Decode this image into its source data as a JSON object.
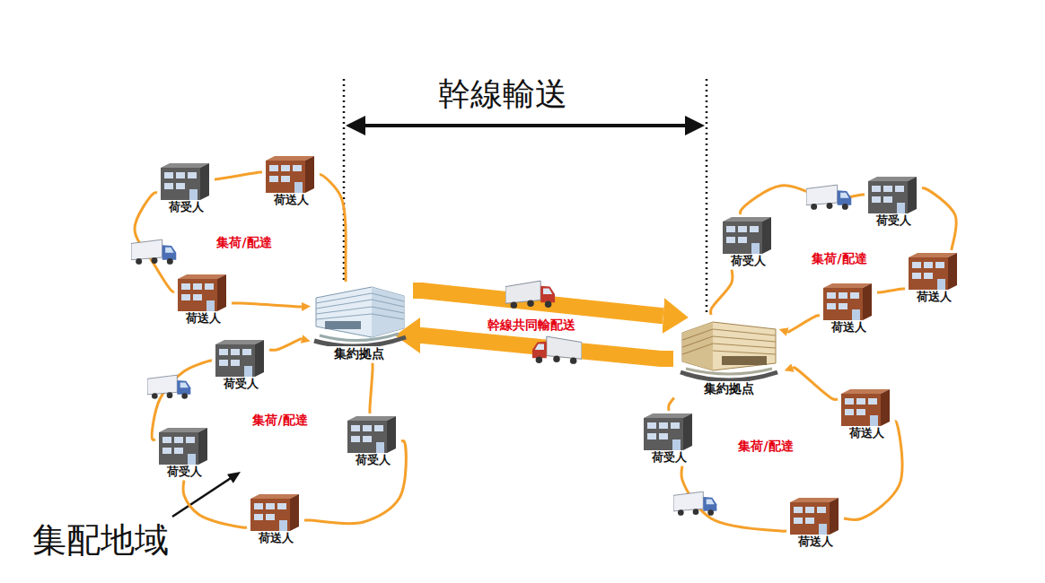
{
  "diagram": {
    "nodes": [
      {
        "text": [
          "集約拠点"
        ]
      },
      {
        "text": [
          "集約拠点"
        ]
      },
      {
        "text": [
          "荷受人"
        ]
      },
      {
        "text": [
          "荷送人"
        ]
      },
      {
        "text": [
          "荷送人"
        ]
      },
      {
        "text": [
          "荷受人"
        ]
      },
      {
        "text": [
          "荷受人"
        ]
      },
      {
        "text": [
          "荷受人"
        ]
      },
      {
        "text": [
          "荷送人"
        ]
      },
      {
        "text": [
          "荷受人"
        ]
      },
      {
        "text": [
          "荷受人"
        ]
      },
      {
        "text": [
          "荷送人"
        ]
      },
      {
        "text": [
          "荷送人"
        ]
      },
      {
        "text": [
          "荷送人"
        ]
      },
      {
        "text": [
          "荷受人"
        ]
      },
      {
        "text": [
          "荷送人"
        ]
      }
    ],
    "edges": [
      {
        "from": 0,
        "to": 1,
        "arrow": "to",
        "label": "幹線共同輸配送"
      },
      {
        "from": 1,
        "to": 0,
        "arrow": "to"
      },
      {
        "from": 0,
        "to": 3,
        "arrow": "none"
      },
      {
        "from": 3,
        "to": 2,
        "arrow": "none"
      },
      {
        "from": 2,
        "to": 4,
        "arrow": "none"
      },
      {
        "from": 4,
        "to": 0,
        "arrow": "to"
      },
      {
        "from": 0,
        "to": 6,
        "arrow": "none"
      },
      {
        "from": 6,
        "to": 8,
        "arrow": "none"
      },
      {
        "from": 8,
        "to": 7,
        "arrow": "none"
      },
      {
        "from": 7,
        "to": 5,
        "arrow": "none"
      },
      {
        "from": 5,
        "to": 0,
        "arrow": "to"
      },
      {
        "from": 1,
        "to": 9,
        "arrow": "none"
      },
      {
        "from": 9,
        "to": 10,
        "arrow": "none"
      },
      {
        "from": 10,
        "to": 11,
        "arrow": "none"
      },
      {
        "from": 11,
        "to": 12,
        "arrow": "none"
      },
      {
        "from": 12,
        "to": 1,
        "arrow": "to"
      },
      {
        "from": 13,
        "to": 1,
        "arrow": "to"
      },
      {
        "from": 13,
        "to": 15,
        "arrow": "none"
      },
      {
        "from": 15,
        "to": 14,
        "arrow": "none"
      },
      {
        "from": 14,
        "to": 1,
        "arrow": "none"
      }
    ],
    "labels": [
      "幹線輸送",
      "集荷/配達",
      "集荷/配達",
      "集荷/配達",
      "集荷/配達",
      "集配地域"
    ]
  }
}
